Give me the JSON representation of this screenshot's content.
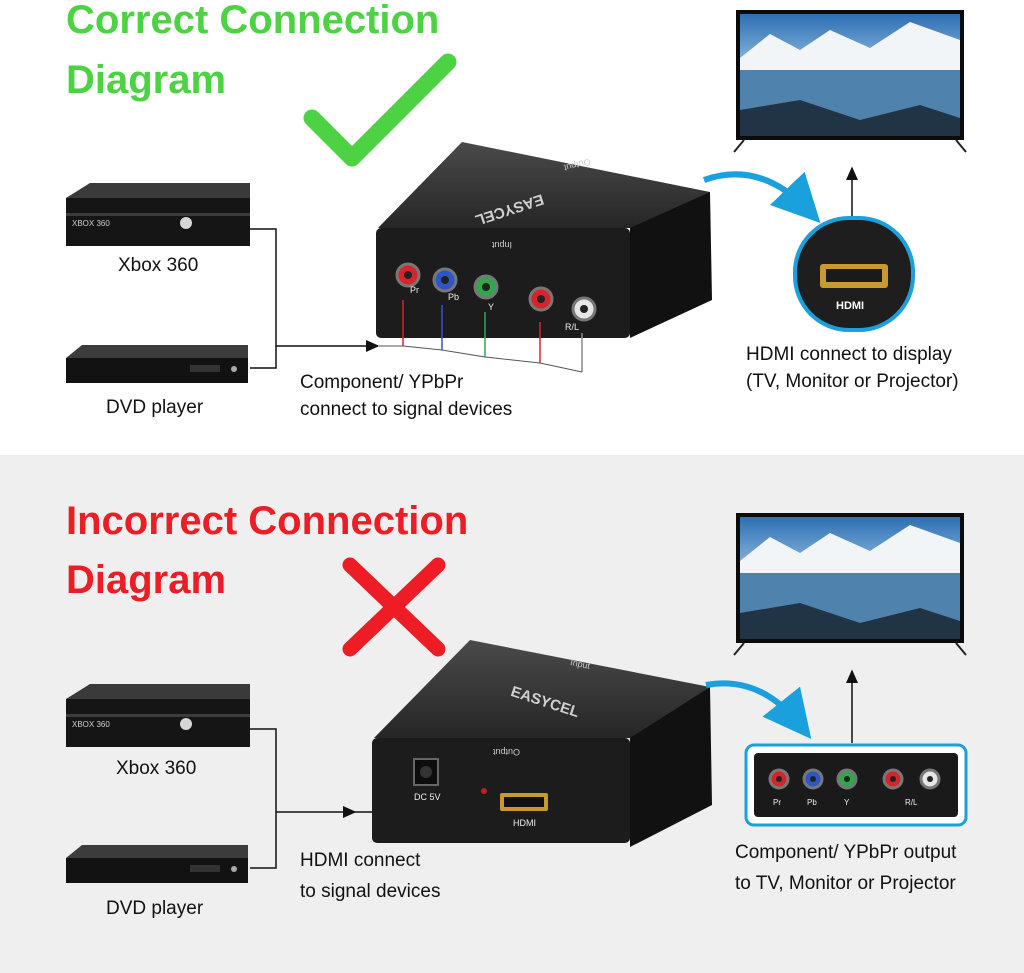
{
  "top": {
    "title_line1": "Correct Connection",
    "title_line2": "Diagram",
    "xbox_label": "Xbox 360",
    "dvd_label": "DVD player",
    "input_caption_line1": "Component/ YPbPr",
    "input_caption_line2": "connect to signal devices",
    "output_caption_line1": "HDMI connect to display",
    "output_caption_line2": "(TV, Monitor or Projector)",
    "device_brand": "EASYCEL",
    "device_face_label": "Input",
    "device_back_label": "Output",
    "ports": [
      "Pr",
      "Pb",
      "Y",
      "R/L"
    ],
    "zoom_port_label": "HDMI",
    "xbox_badge": "XBOX 360",
    "status_icon": "check-icon"
  },
  "bottom": {
    "title_line1": "Incorrect Connection",
    "title_line2": "Diagram",
    "xbox_label": "Xbox 360",
    "dvd_label": "DVD player",
    "input_caption_line1": "HDMI connect",
    "input_caption_line2": "to signal devices",
    "output_caption_line1": "Component/ YPbPr output",
    "output_caption_line2": "to TV, Monitor or Projector",
    "device_brand": "EASYCEL",
    "device_face_label": "Output",
    "device_back_label": "Input",
    "dc_label": "DC 5V",
    "hdmi_label": "HDMI",
    "zoom_ports": [
      "Pr",
      "Pb",
      "Y",
      "R/L"
    ],
    "xbox_badge": "XBOX 360",
    "status_icon": "cross-icon"
  },
  "colors": {
    "correct": "#4cd243",
    "incorrect": "#ee1c25",
    "accent_blue": "#1aa0dc",
    "port_red": "#d8232a",
    "port_blue": "#2f56c8",
    "port_green": "#2fa84a",
    "port_white": "#e6e6e6"
  }
}
